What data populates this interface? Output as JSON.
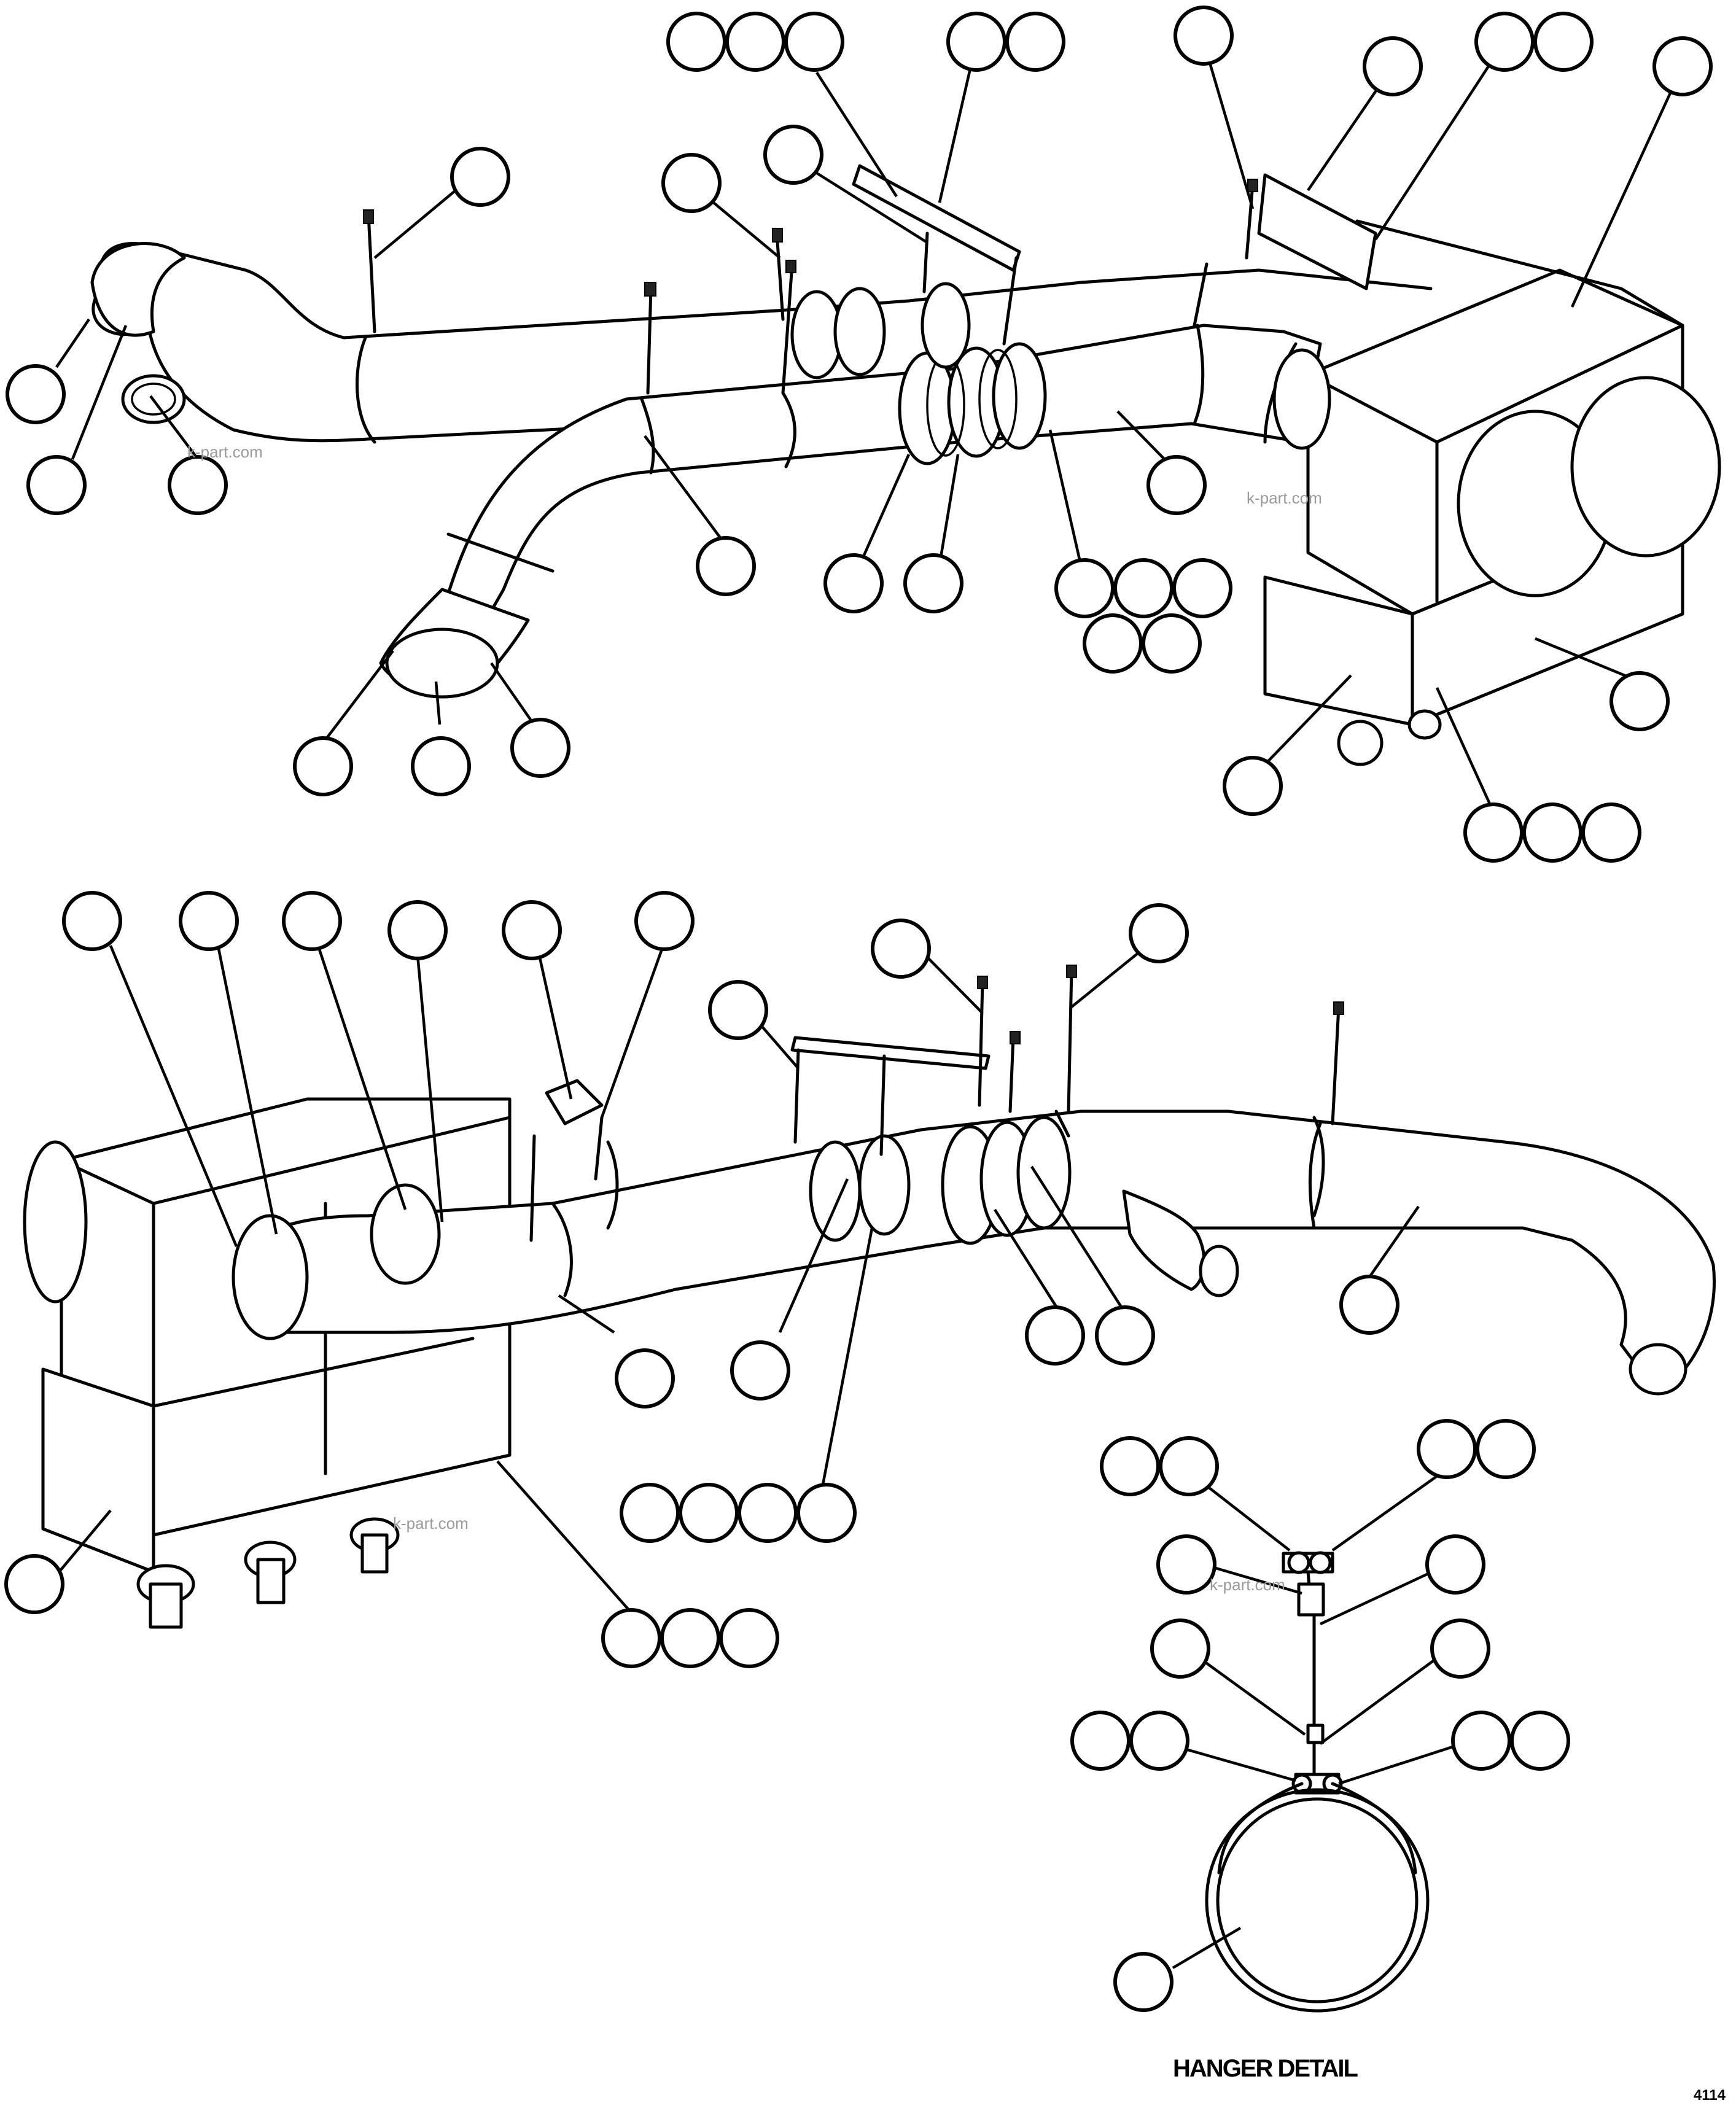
{
  "detail_caption": "HANGER DETAIL",
  "figure_number": "4114",
  "watermark": "k-part.com"
}
